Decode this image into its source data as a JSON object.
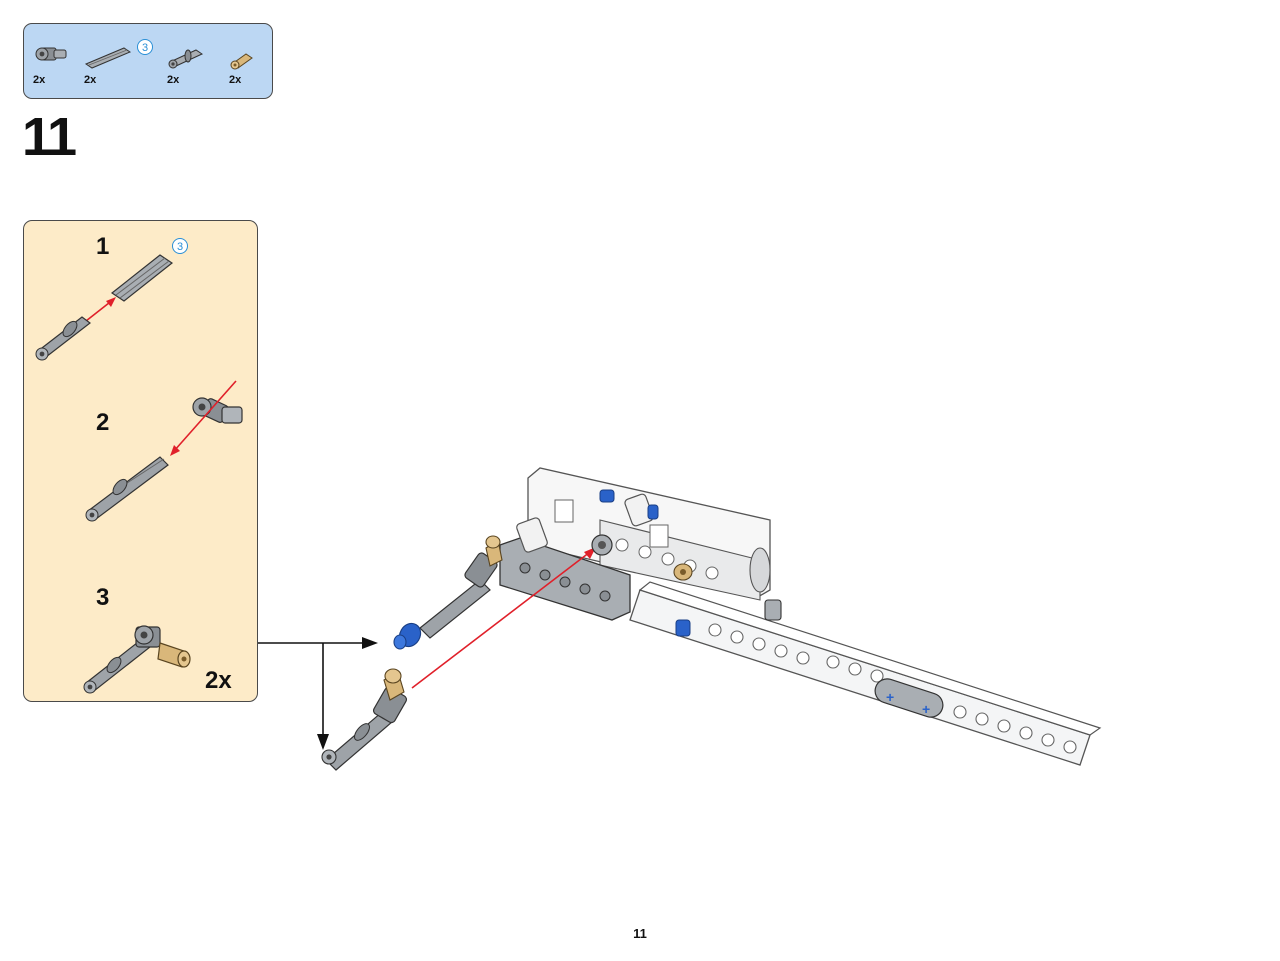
{
  "parts_list": {
    "items": [
      {
        "icon": "axle-connector-icon",
        "qty": "2x"
      },
      {
        "icon": "axle-3-icon",
        "qty": "2x",
        "badge": "3"
      },
      {
        "icon": "axle-pin-icon",
        "qty": "2x"
      },
      {
        "icon": "tan-axle-pin-icon",
        "qty": "2x"
      }
    ]
  },
  "step": {
    "number": "11"
  },
  "subassembly": {
    "steps": [
      {
        "number": "1",
        "badge": "3"
      },
      {
        "number": "2"
      },
      {
        "number": "3",
        "multiplier": "2x"
      }
    ]
  },
  "colors": {
    "parts_bg": "#bcd7f3",
    "subassembly_bg": "#fdebc8",
    "arrow_red": "#e0202a",
    "pin_blue": "#2a62c9",
    "pin_tan": "#d9b77a"
  },
  "page": {
    "number": "11"
  }
}
